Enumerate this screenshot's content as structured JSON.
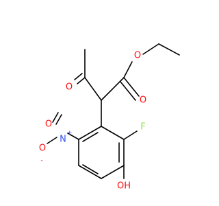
{
  "molecule": {
    "colors": {
      "bond": "#000000",
      "carbon": "#000000",
      "oxygen": "#ff0d0d",
      "nitrogen": "#3050f8",
      "fluorine": "#90e050"
    },
    "atom_labels": {
      "ester_oxygen": "O",
      "ester_carbonyl_oxygen": "O",
      "ketone_oxygen": "O",
      "nitro_nitrogen": "N",
      "nitro_nitrogen_charge": "+",
      "nitro_oxygen_double": "O",
      "nitro_oxygen_single": "O",
      "nitro_oxygen_charge": "-",
      "fluorine": "F",
      "hydroxyl": "OH"
    }
  }
}
